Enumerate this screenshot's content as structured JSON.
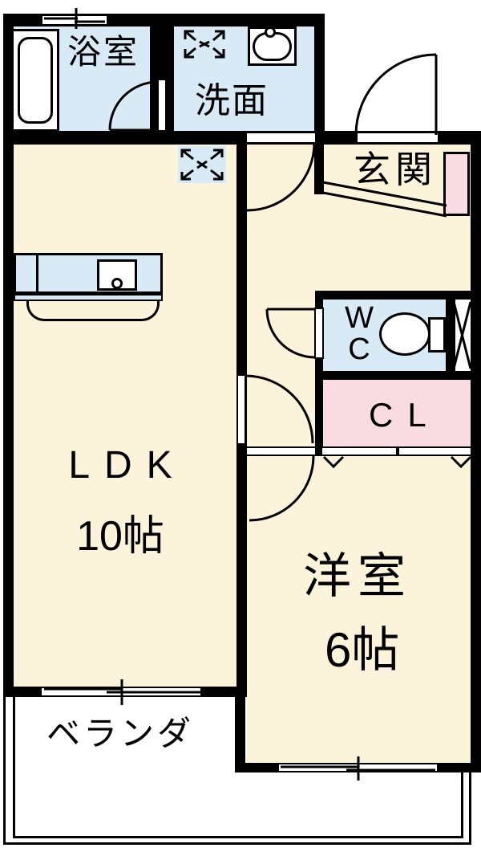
{
  "floorplan": {
    "labels": {
      "bathroom": "浴室",
      "washroom": "洗面",
      "entrance": "玄関",
      "wc_line1": "W",
      "wc_line2": "C",
      "closet": "CL",
      "ldk": "LDK",
      "ldk_size": "10帖",
      "western_room": "洋室",
      "western_room_size": "6帖",
      "veranda": "ベランダ"
    },
    "colors": {
      "room_fill": "#FBF3DA",
      "wet_area_fill": "#D9EAF7",
      "closet_fill": "#F9DBE4",
      "wall": "#000000",
      "outside": "#FFFFFF"
    },
    "fixtures": [
      "bathtub",
      "washbasin",
      "vent-fan",
      "range-hood",
      "toilet",
      "kitchen-sink",
      "shoe-cabinet",
      "pipe-space"
    ]
  }
}
